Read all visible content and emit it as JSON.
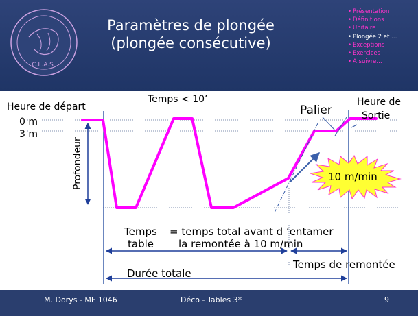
{
  "slide": {
    "title_line1": "Paramètres de plongée",
    "title_line2": "(plongée consécutive)",
    "toc": [
      {
        "label": "Présentation",
        "current": false
      },
      {
        "label": "Définitions",
        "current": false
      },
      {
        "label": "Unitaire",
        "current": false
      },
      {
        "label": "Plongée 2 et …",
        "current": true
      },
      {
        "label": "Exceptions",
        "current": false
      },
      {
        "label": "Exercices",
        "current": false
      },
      {
        "label": "A suivre…",
        "current": false
      }
    ],
    "footer": {
      "author": "M. Dorys - MF 1046",
      "subject": "Déco - Tables 3*",
      "page": "9"
    }
  },
  "logo": {
    "text": "C.L.A.S"
  },
  "diagram": {
    "heure_depart": "Heure de départ",
    "temps_10": "Temps < 10’",
    "palier": "Palier",
    "heure_sortie_1": "Heure de",
    "heure_sortie_2": "Sortie",
    "depth_0": "0 m",
    "depth_3": "3 m",
    "profondeur": "Profondeur",
    "speed_label": "10 m/min",
    "temps_table_1": "Temps",
    "temps_table_2": "table",
    "definition_1": "= temps total avant d ’entamer",
    "definition_2": "la remontée à 10 m/min",
    "duree_totale": "Durée totale",
    "temps_remontee": "Temps de remontée"
  },
  "colors": {
    "profile": "#ff00ff",
    "header": "#2e4378",
    "toc_text": "#ff33cc",
    "arrows": "#3a5faa",
    "starburst_fill": "#ffff33",
    "starburst_stroke": "#ff33cc"
  }
}
